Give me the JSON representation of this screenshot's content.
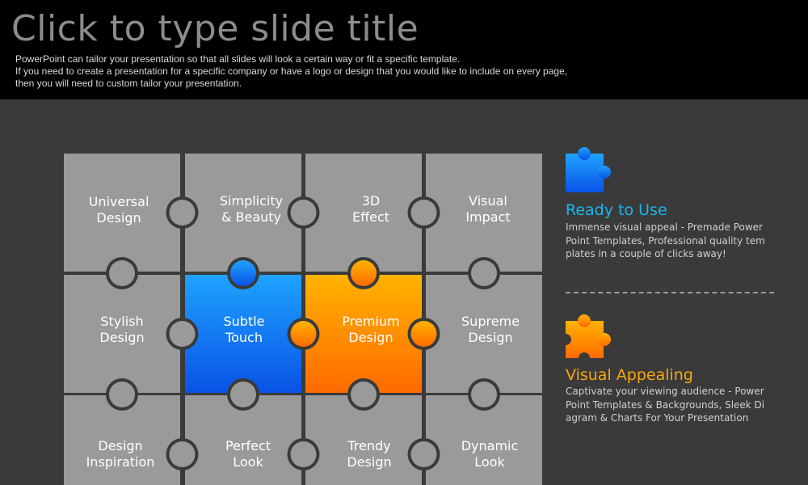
{
  "slide": {
    "title": "Click to type slide title",
    "subtitle_lines": [
      "PowerPoint can tailor your presentation so that all slides will look a certain way or fit a specific template.",
      "If you need to create a presentation for a specific company or have a logo or design that you would like to include on every page,",
      "then you will need to custom tailor your presentation."
    ]
  },
  "colors": {
    "gray_piece": "#9a9a9a",
    "blue_top": "#1fa3ff",
    "blue_bottom": "#0a52e6",
    "orange_top": "#ffb300",
    "orange_bottom": "#ff6a00",
    "ready_title": "#19b6f2",
    "appealing_title": "#f7a80a"
  },
  "pieces": [
    {
      "line1": "Universal",
      "line2": "Design",
      "fill": "gray"
    },
    {
      "line1": "Simplicity",
      "line2": "& Beauty",
      "fill": "gray"
    },
    {
      "line1": "3D",
      "line2": "Effect",
      "fill": "gray"
    },
    {
      "line1": "Visual",
      "line2": "Impact",
      "fill": "gray"
    },
    {
      "line1": "Stylish",
      "line2": "Design",
      "fill": "gray"
    },
    {
      "line1": "Subtle",
      "line2": "Touch",
      "fill": "blue"
    },
    {
      "line1": "Premium",
      "line2": "Design",
      "fill": "orange"
    },
    {
      "line1": "Supreme",
      "line2": "Design",
      "fill": "gray"
    },
    {
      "line1": "Design",
      "line2": "Inspiration",
      "fill": "gray"
    },
    {
      "line1": "Perfect",
      "line2": "Look",
      "fill": "gray"
    },
    {
      "line1": "Trendy",
      "line2": "Design",
      "fill": "gray"
    },
    {
      "line1": "Dynamic",
      "line2": "Look",
      "fill": "gray"
    }
  ],
  "features": {
    "ready": {
      "title": "Ready to Use",
      "text": "Immense visual appeal - Premade PowerPoint Templates, Professional quality templates in a couple of clicks away!",
      "icon": "blue-puzzle-piece-icon"
    },
    "appealing": {
      "title": "Visual Appealing",
      "text": "Captivate your viewing audience - PowerPoint Templates & Backgrounds, Sleek Diagram & Charts For Your Presentation",
      "icon": "orange-puzzle-piece-icon"
    }
  }
}
